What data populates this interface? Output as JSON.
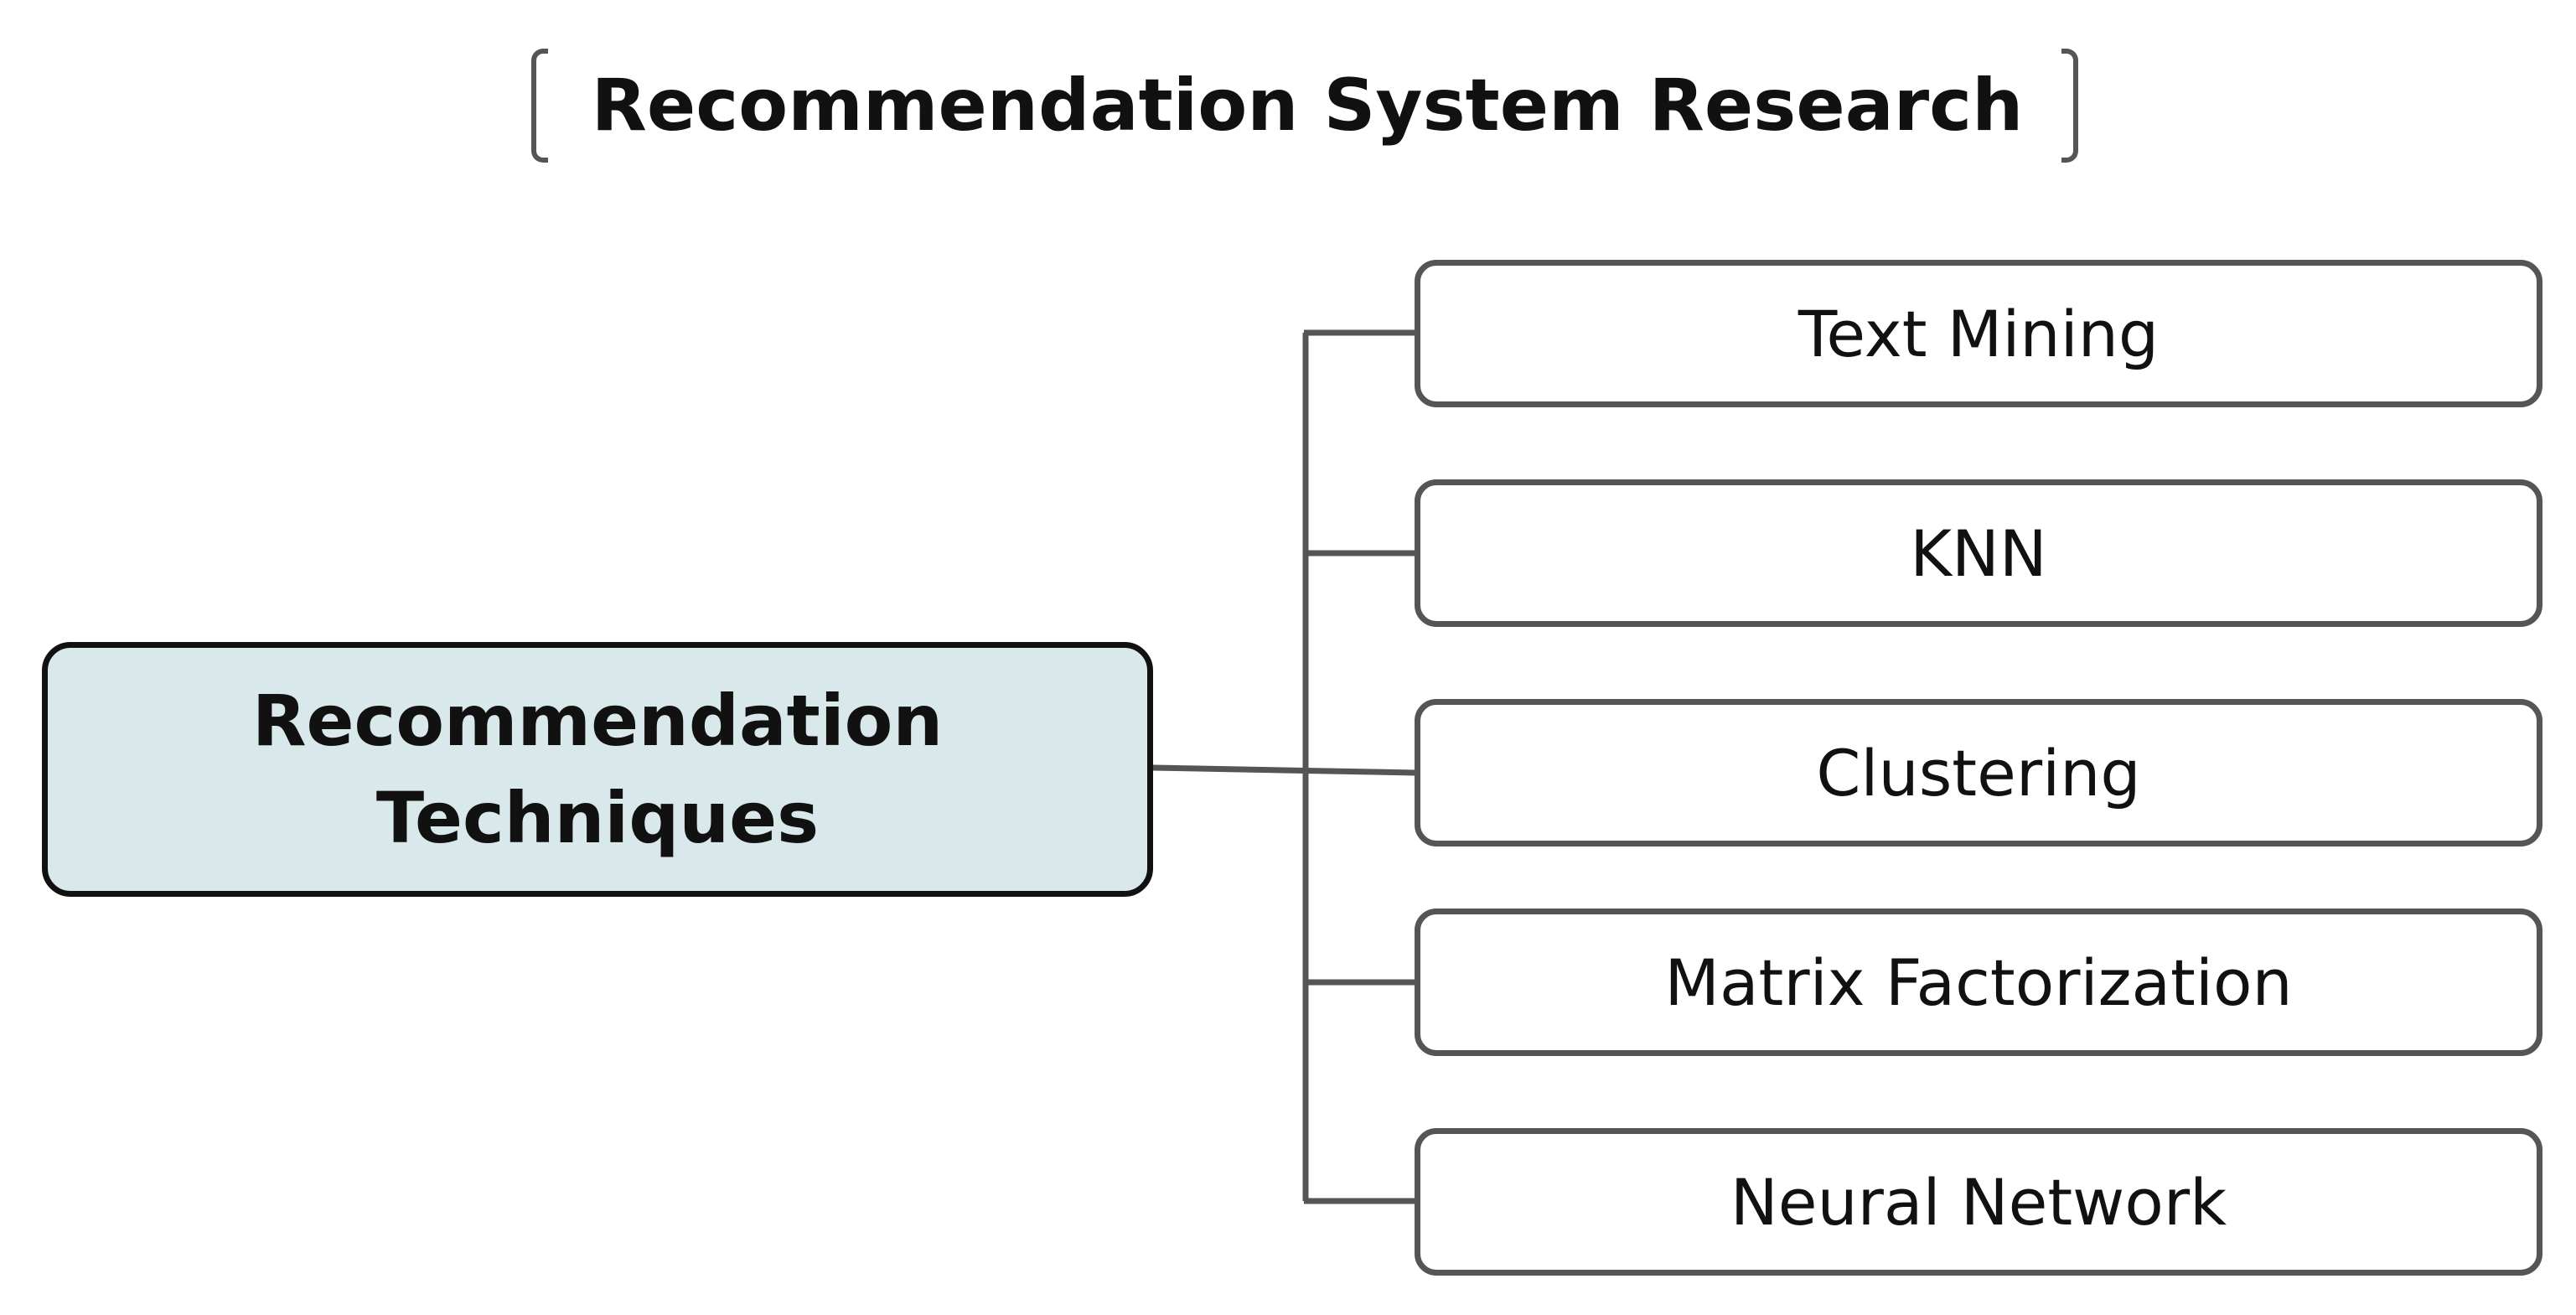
{
  "header": {
    "title": "Recommendation System Research"
  },
  "root": {
    "label": "Recommendation\nTechniques",
    "fill_color": "#d9e8ea"
  },
  "items": [
    {
      "label": "Text Mining"
    },
    {
      "label": "KNN"
    },
    {
      "label": "Clustering"
    },
    {
      "label": "Matrix Factorization"
    },
    {
      "label": "Neural Network"
    }
  ],
  "colors": {
    "connector": "#555555",
    "box_border": "#555555",
    "root_border": "#111111"
  }
}
